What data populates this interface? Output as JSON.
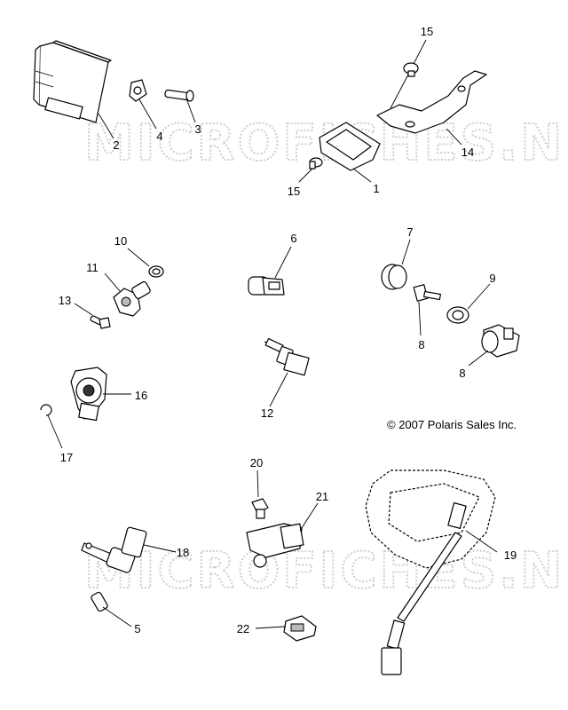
{
  "watermark": {
    "text": "MICROFICHES.NET"
  },
  "copyright": {
    "text": "© 2007 Polaris Sales Inc."
  },
  "callouts": {
    "c1": "1",
    "c2": "2",
    "c3": "3",
    "c4": "4",
    "c5": "5",
    "c6": "6",
    "c7": "7",
    "c8a": "8",
    "c8b": "8",
    "c9": "9",
    "c10": "10",
    "c11": "11",
    "c12": "12",
    "c13": "13",
    "c14": "14",
    "c15a": "15",
    "c15b": "15",
    "c16": "16",
    "c17": "17",
    "c18": "18",
    "c19": "19",
    "c20": "20",
    "c21": "21",
    "c22": "22"
  }
}
